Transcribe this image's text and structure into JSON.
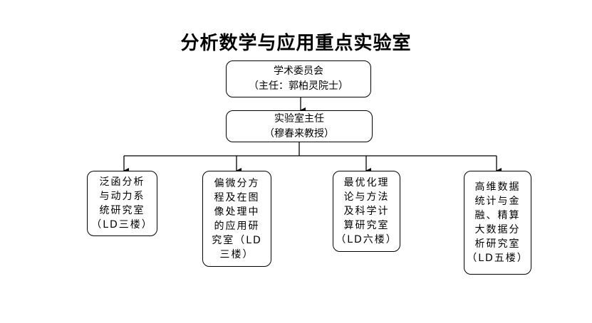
{
  "title": "分析数学与应用重点实验室",
  "committee": {
    "name": "学术委员会",
    "chair": "（主任：郭柏灵院士）"
  },
  "director": {
    "name": "实验室主任",
    "person": "（穆春来教授）"
  },
  "labs": [
    {
      "lines": [
        "泛函分析",
        "与动力系",
        "统研究室",
        "（LD三楼）"
      ]
    },
    {
      "lines": [
        "偏微分方",
        "程及在图",
        "像处理中",
        "的应用研",
        "究室（LD",
        "三楼）"
      ]
    },
    {
      "lines": [
        "最优化理",
        "论与方法",
        "及科学计",
        "算研究室",
        "（LD六楼）"
      ]
    },
    {
      "lines": [
        "高维数据",
        "统计与金",
        "融、精算",
        "大数据分",
        "析研究室",
        "（LD五楼）"
      ]
    }
  ]
}
